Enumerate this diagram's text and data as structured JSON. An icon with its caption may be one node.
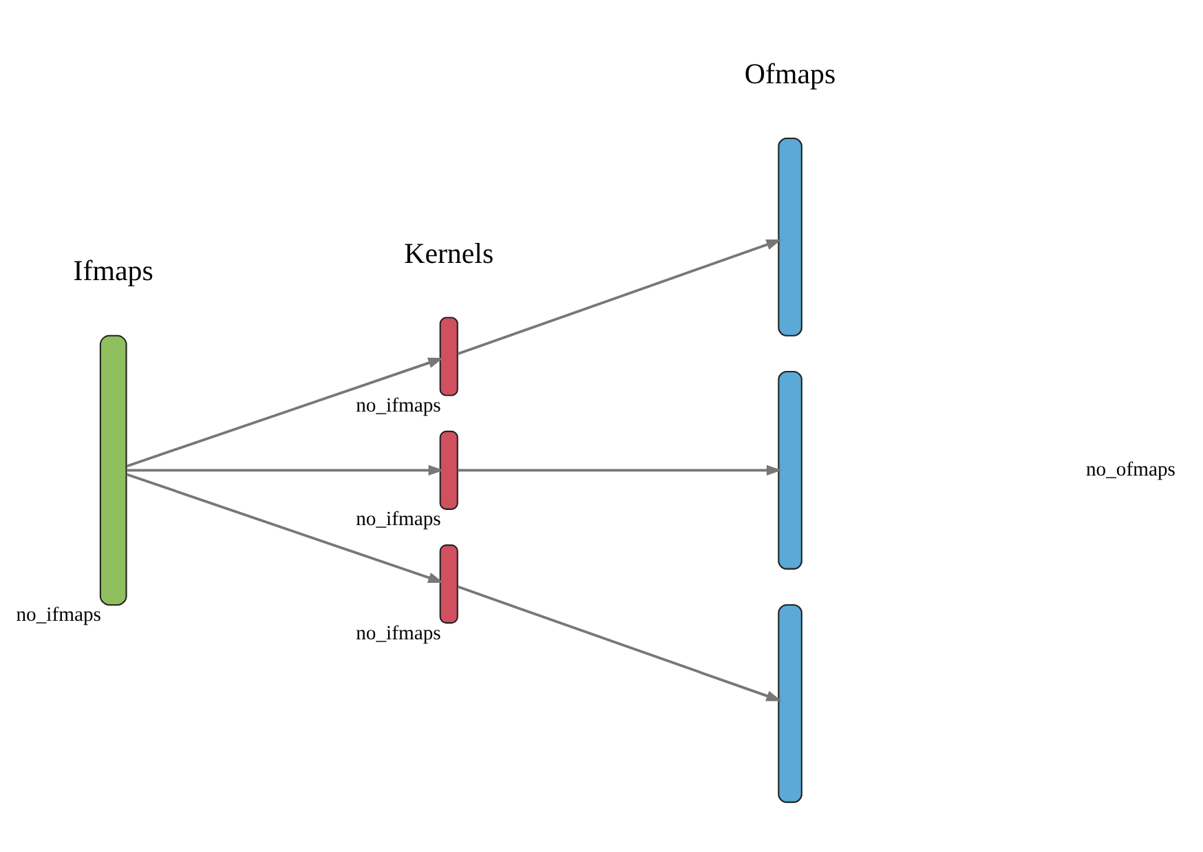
{
  "diagram": {
    "nodes": [
      {
        "text": [],
        "shape": "bar",
        "beside": [
          "no_ifmaps"
        ]
      },
      {
        "text": [],
        "shape": "bar",
        "beside": [
          "no_ifmaps"
        ]
      },
      {
        "text": [],
        "shape": "bar",
        "beside": [
          "no_ifmaps"
        ]
      },
      {
        "text": [],
        "shape": "bar",
        "beside": [
          "no_ifmaps"
        ]
      },
      {
        "text": [],
        "shape": "bar"
      },
      {
        "text": [],
        "shape": "bar"
      },
      {
        "text": [],
        "shape": "bar"
      }
    ],
    "edges": [
      {
        "from": 0,
        "to": 1,
        "arrow": "to"
      },
      {
        "from": 0,
        "to": 2,
        "arrow": "to"
      },
      {
        "from": 0,
        "to": 3,
        "arrow": "to"
      },
      {
        "from": 1,
        "to": 4,
        "arrow": "to"
      },
      {
        "from": 2,
        "to": 5,
        "arrow": "to"
      },
      {
        "from": 3,
        "to": 6,
        "arrow": "to"
      }
    ],
    "labels": [
      "Ofmaps",
      "Kernels",
      "Ifmaps",
      "no_ofmaps"
    ]
  }
}
